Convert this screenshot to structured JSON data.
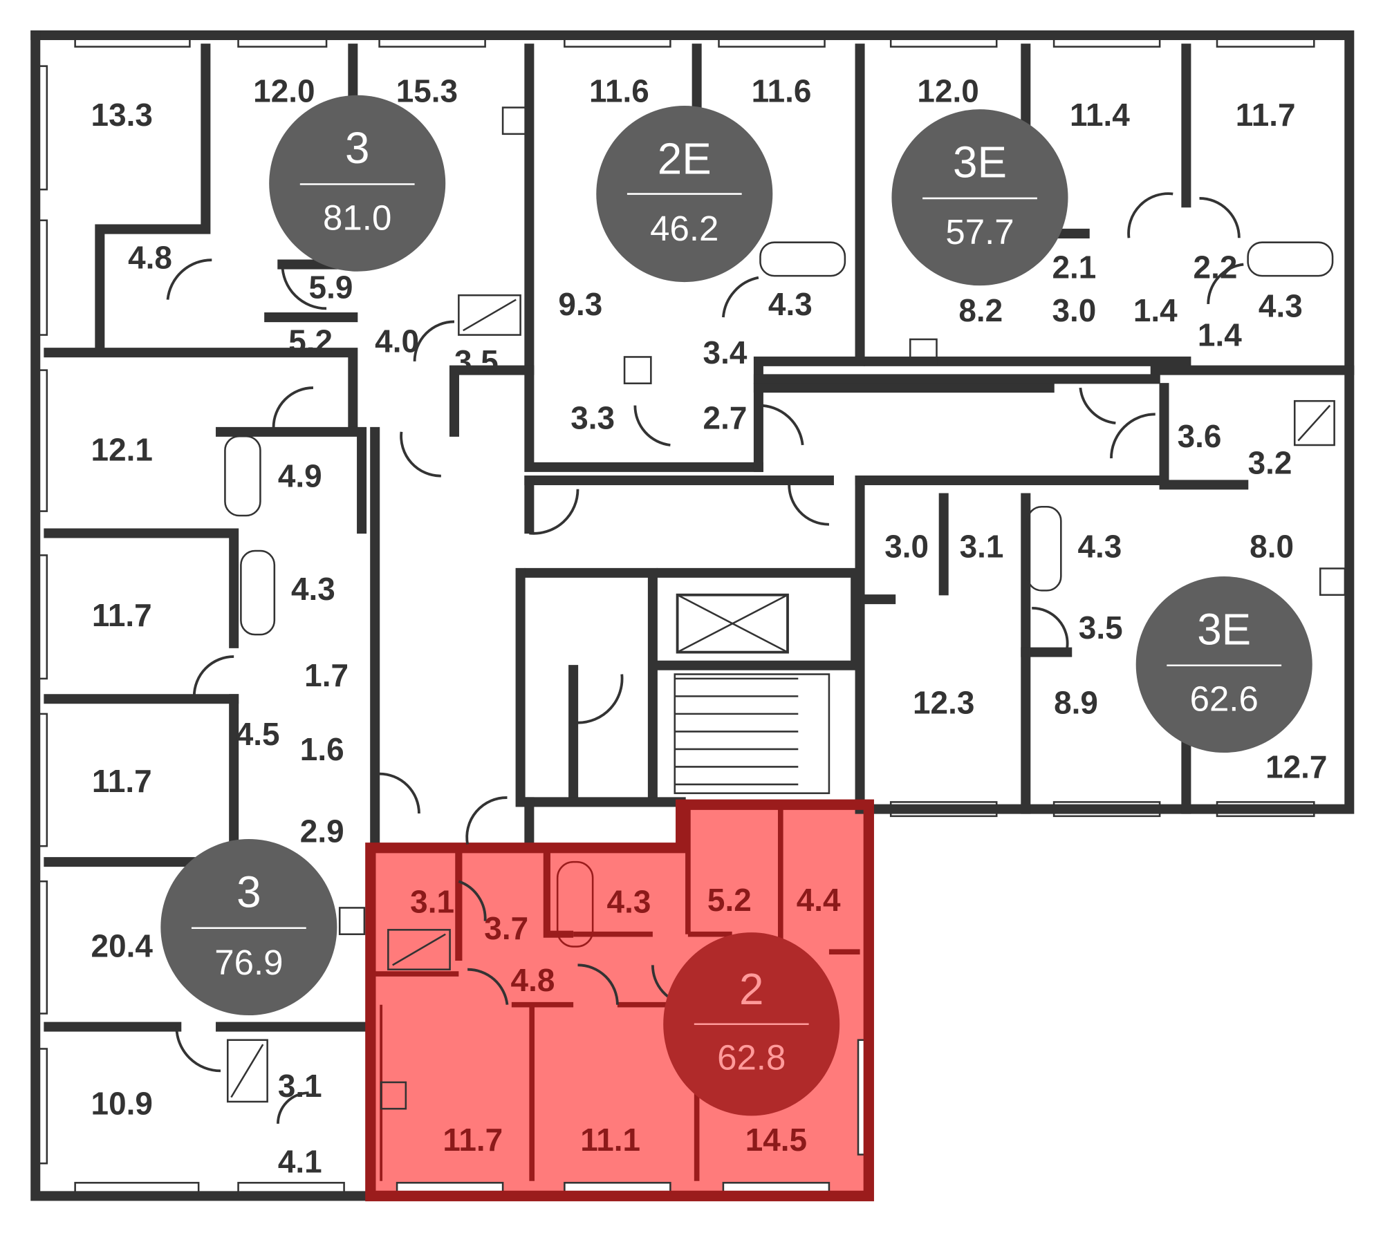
{
  "colors": {
    "wall": "#333333",
    "badge": "#5f5f5f",
    "highlight_fill": "#ff7b7b",
    "highlight_border": "#9b1c1c",
    "highlight_badge": "#b02a2a"
  },
  "apartments": [
    {
      "rooms": "3",
      "total": "81.0",
      "room_areas": [
        "13.3",
        "12.0",
        "15.3",
        "4.8",
        "5.9",
        "5.2",
        "4.0",
        "3.5",
        "12.1",
        "4.9"
      ]
    },
    {
      "rooms": "2E",
      "total": "46.2",
      "room_areas": [
        "11.6",
        "11.6",
        "9.3",
        "4.3",
        "3.4",
        "3.3",
        "2.7"
      ]
    },
    {
      "rooms": "3E",
      "total": "57.7",
      "room_areas": [
        "12.0",
        "11.4",
        "8.2",
        "2.1",
        "3.0",
        "1.4"
      ]
    },
    {
      "rooms": "3E",
      "total": "62.6",
      "room_areas": [
        "11.7",
        "2.2",
        "1.4",
        "4.3",
        "3.6",
        "3.2",
        "8.0",
        "3.0",
        "3.1",
        "4.3",
        "3.5",
        "12.3",
        "8.9",
        "12.7"
      ]
    },
    {
      "rooms": "3",
      "total": "76.9",
      "room_areas": [
        "11.7",
        "4.3",
        "1.7",
        "4.5",
        "1.6",
        "11.7",
        "2.9",
        "20.4",
        "3.1",
        "10.9",
        "4.1"
      ]
    },
    {
      "rooms": "2",
      "total": "62.8",
      "highlighted": true,
      "room_areas": [
        "3.1",
        "3.7",
        "4.3",
        "5.2",
        "4.4",
        "4.8",
        "11.7",
        "11.1",
        "14.5"
      ]
    }
  ]
}
